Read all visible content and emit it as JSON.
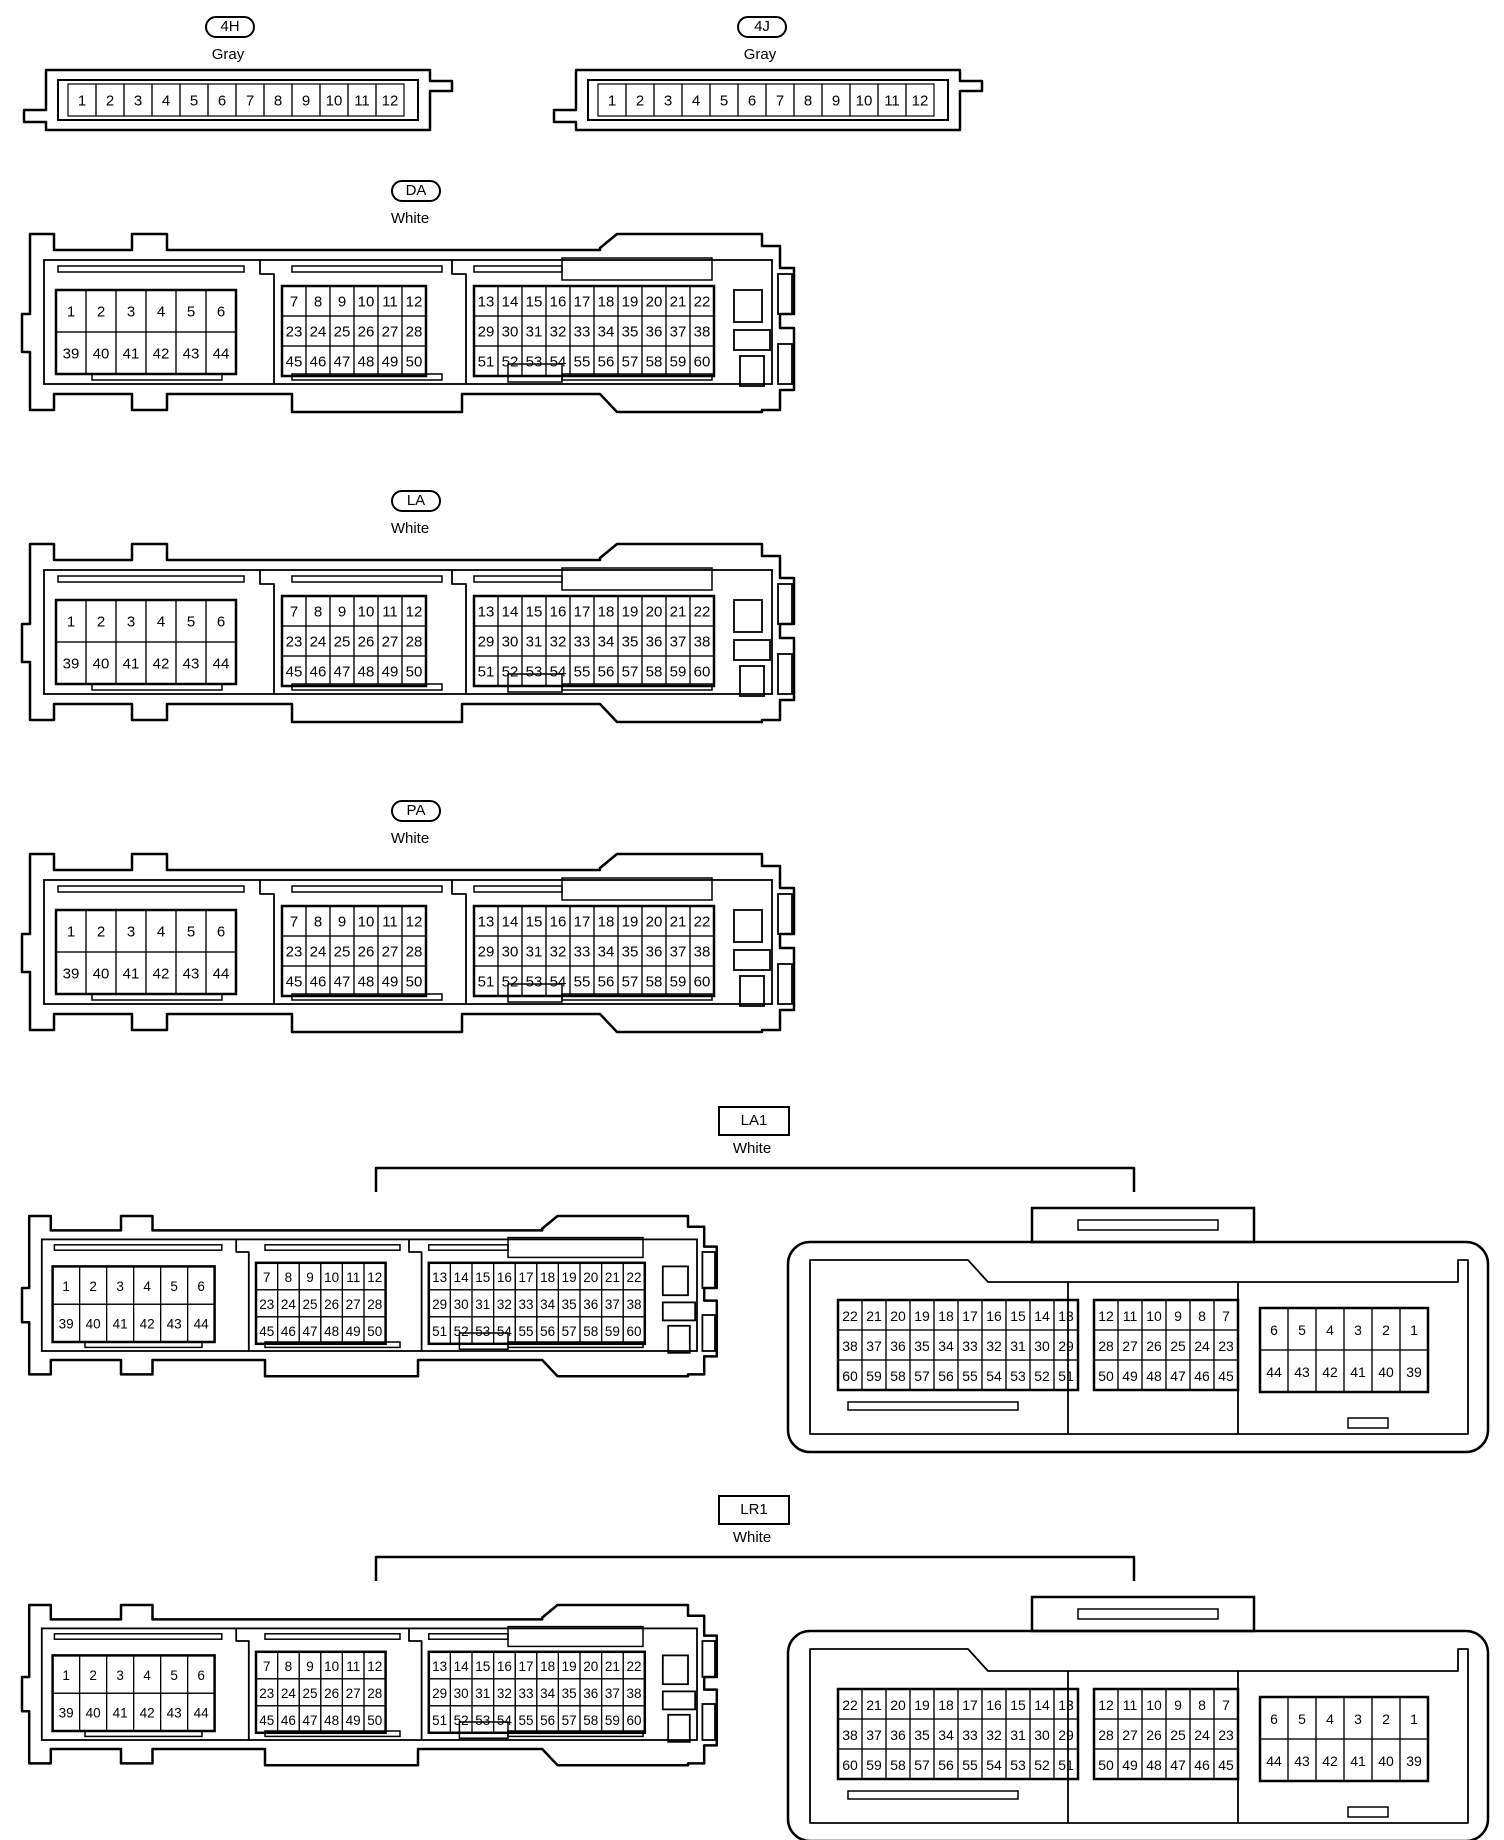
{
  "diagram": {
    "connectors": {
      "c4h": {
        "id": "4H",
        "color": "Gray",
        "pins": [
          "1",
          "2",
          "3",
          "4",
          "5",
          "6",
          "7",
          "8",
          "9",
          "10",
          "11",
          "12"
        ]
      },
      "c4j": {
        "id": "4J",
        "color": "Gray",
        "pins": [
          "1",
          "2",
          "3",
          "4",
          "5",
          "6",
          "7",
          "8",
          "9",
          "10",
          "11",
          "12"
        ]
      },
      "da": {
        "id": "DA",
        "color": "White"
      },
      "la": {
        "id": "LA",
        "color": "White"
      },
      "pa": {
        "id": "PA",
        "color": "White"
      },
      "la1": {
        "id": "LA1",
        "color": "White"
      },
      "lr1": {
        "id": "LR1",
        "color": "White"
      }
    },
    "ecu_pins": {
      "block1": [
        [
          "1",
          "2",
          "3",
          "4",
          "5",
          "6"
        ],
        [
          "39",
          "40",
          "41",
          "42",
          "43",
          "44"
        ]
      ],
      "block2": [
        [
          "7",
          "8",
          "9",
          "10",
          "11",
          "12"
        ],
        [
          "23",
          "24",
          "25",
          "26",
          "27",
          "28"
        ],
        [
          "45",
          "46",
          "47",
          "48",
          "49",
          "50"
        ]
      ],
      "block3": [
        [
          "13",
          "14",
          "15",
          "16",
          "17",
          "18",
          "19",
          "20",
          "21",
          "22"
        ],
        [
          "29",
          "30",
          "31",
          "32",
          "33",
          "34",
          "35",
          "36",
          "37",
          "38"
        ],
        [
          "51",
          "52",
          "53",
          "54",
          "55",
          "56",
          "57",
          "58",
          "59",
          "60"
        ]
      ]
    },
    "mirror_pins": {
      "block1": [
        [
          "22",
          "21",
          "20",
          "19",
          "18",
          "17",
          "16",
          "15",
          "14",
          "13"
        ],
        [
          "38",
          "37",
          "36",
          "35",
          "34",
          "33",
          "32",
          "31",
          "30",
          "29"
        ],
        [
          "60",
          "59",
          "58",
          "57",
          "56",
          "55",
          "54",
          "53",
          "52",
          "51"
        ]
      ],
      "block2": [
        [
          "12",
          "11",
          "10",
          "9",
          "8",
          "7"
        ],
        [
          "28",
          "27",
          "26",
          "25",
          "24",
          "23"
        ],
        [
          "50",
          "49",
          "48",
          "47",
          "46",
          "45"
        ]
      ],
      "block3": [
        [
          "6",
          "5",
          "4",
          "3",
          "2",
          "1"
        ],
        [
          "44",
          "43",
          "42",
          "41",
          "40",
          "39"
        ]
      ]
    }
  }
}
